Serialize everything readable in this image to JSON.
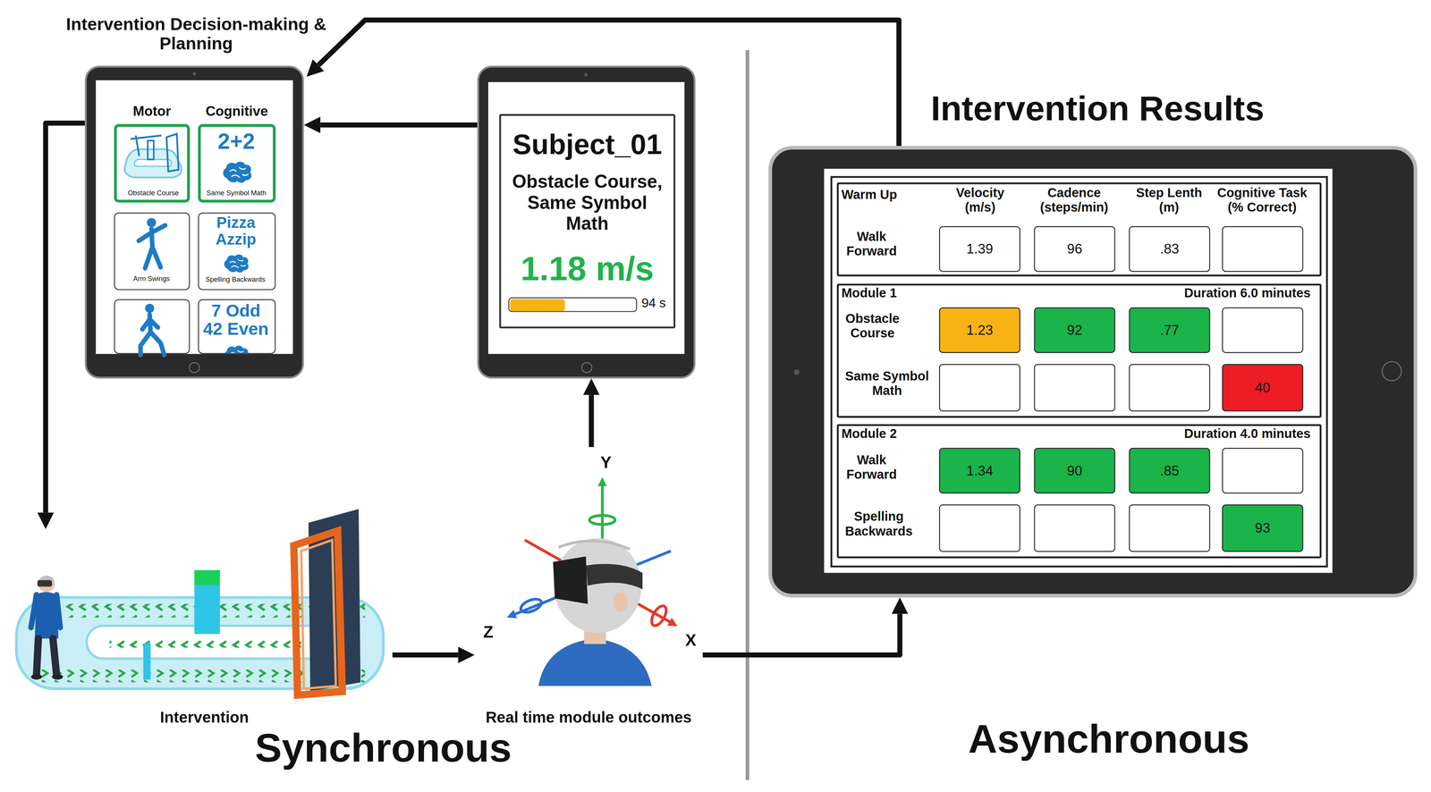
{
  "diagram": {
    "nodes": [
      {
        "text": [
          "Intervention Decision-making & Planning",
          "Motor",
          "Cognitive"
        ]
      },
      {
        "text": [
          "Obstacle Course"
        ],
        "in": 0
      },
      {
        "text": [
          "2+2",
          "Same Symbol Math"
        ],
        "in": 0
      },
      {
        "text": [
          "Arm Swings"
        ],
        "in": 0
      },
      {
        "text": [
          "Pizza Azzip",
          "Spelling Backwards"
        ],
        "in": 0
      },
      {
        "text": [
          "7 Odd 42 Even"
        ],
        "in": 0
      },
      {
        "text": [
          "Subject_01",
          "Obstacle Course, Same Symbol Math",
          "1.18 m/s",
          "94 s"
        ]
      },
      {
        "text": [
          "Intervention"
        ]
      },
      {
        "text": [
          "Real time module outcomes"
        ]
      },
      {
        "text": [
          "Intervention Results"
        ]
      }
    ],
    "edges": [
      {
        "from": 0,
        "to": 7,
        "arrow": "to"
      },
      {
        "from": 7,
        "to": 8,
        "arrow": "to"
      },
      {
        "from": 8,
        "to": 6,
        "arrow": "to"
      },
      {
        "from": 6,
        "to": 0,
        "arrow": "to"
      },
      {
        "from": 8,
        "to": 9,
        "arrow": "to"
      },
      {
        "from": 9,
        "to": 0,
        "arrow": "to"
      }
    ],
    "labels": [
      "Synchronous",
      "Asynchronous",
      "Y",
      "Z",
      "X",
      "Warm Up",
      "Velocity (m/s)",
      "Cadence (steps/min)",
      "Step Lenth (m)",
      "Cognitive Task (% Correct)",
      "Walk Forward",
      "1.39",
      "96",
      ".83",
      "Module 1",
      "Duration 6.0 minutes",
      "Obstacle Course",
      "1.23",
      "92",
      ".77",
      "Same Symbol Math",
      "40",
      "Module 2",
      "Duration 4.0 minutes",
      "Walk Forward",
      "1.34",
      "90",
      ".85",
      "Spelling Backwards",
      "93"
    ]
  }
}
